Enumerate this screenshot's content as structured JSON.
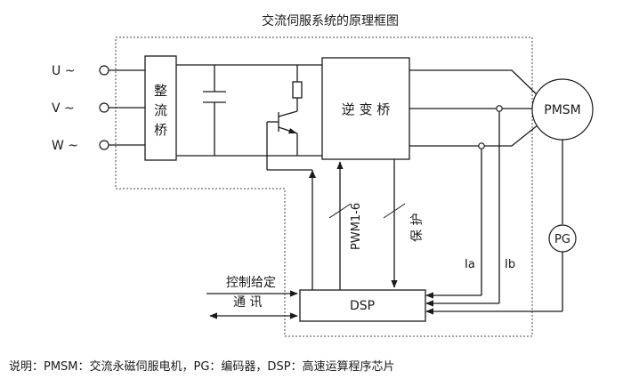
{
  "title": "交流伺服系统的原理框图",
  "inputs": {
    "u": "U ~",
    "v": "V ~",
    "w": "W ~"
  },
  "rectifier": [
    "整",
    "流",
    "桥"
  ],
  "inverter": "逆 变 桥",
  "motor": "PMSM",
  "encoder": "PG",
  "pwm_label": "PWM1-6",
  "protect_label": "保 护",
  "ia": "Ia",
  "ib": "Ib",
  "dsp": "DSP",
  "control_input": "控制给定",
  "comm": "通  讯",
  "caption": "说明：PMSM：交流永磁伺服电机，PG：编码器，DSP：高速运算程序芯片"
}
